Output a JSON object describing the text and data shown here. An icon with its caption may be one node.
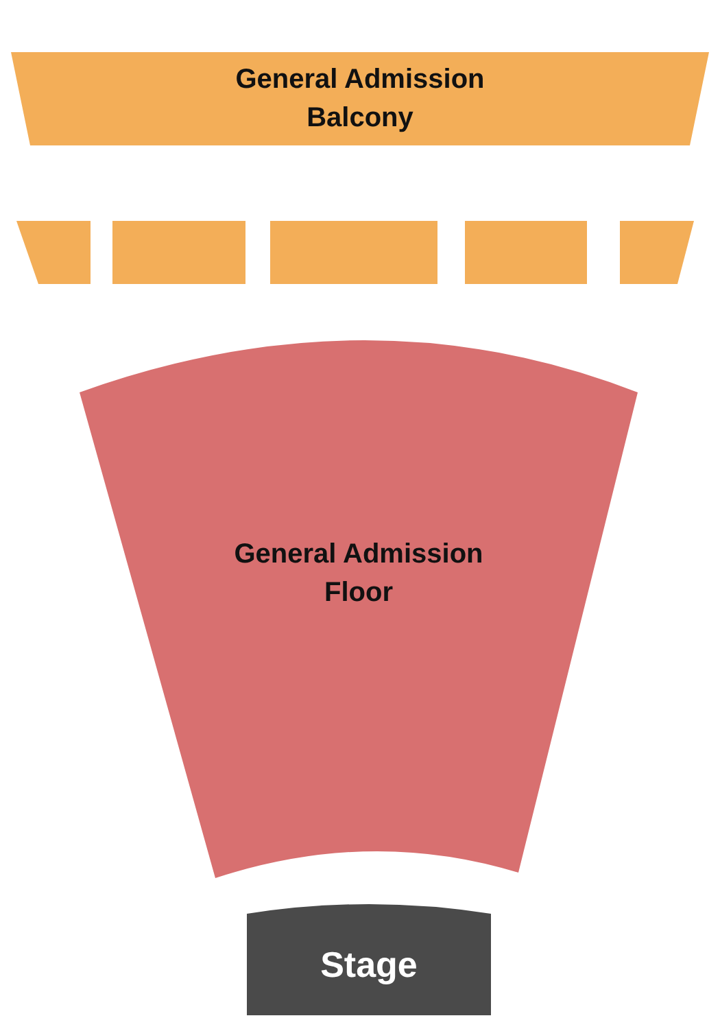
{
  "diagram": {
    "nodes": [
      {
        "text": [
          "General Admission Balcony"
        ]
      },
      {
        "text": [],
        "shape": "box"
      },
      {
        "text": [],
        "shape": "box"
      },
      {
        "text": [],
        "shape": "box"
      },
      {
        "text": [],
        "shape": "box"
      },
      {
        "text": [],
        "shape": "box"
      },
      {
        "text": [
          "General Admission Floor"
        ]
      },
      {
        "text": [
          "Stage"
        ]
      }
    ]
  }
}
